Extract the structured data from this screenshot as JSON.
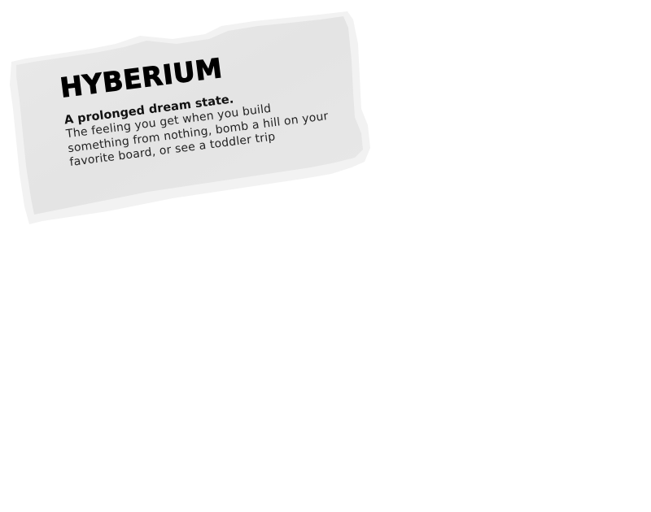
{
  "card": {
    "title": "HYBERIUM",
    "subtitle": "A prolonged dream state.",
    "body_lines": [
      "The feeling you get when you build",
      "something from nothing, bomb a hill on your",
      "favorite board, or see a toddler trip"
    ],
    "colors": {
      "paper": "#e6e6e6",
      "paper_edge": "#f1f1f1",
      "text": "#000000",
      "background": "#ffffff"
    }
  }
}
